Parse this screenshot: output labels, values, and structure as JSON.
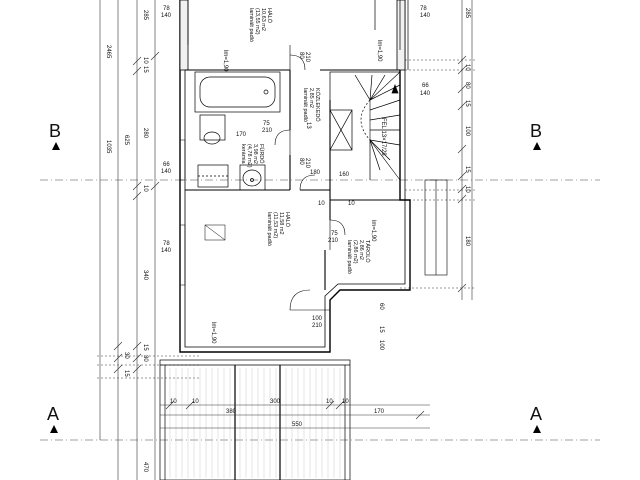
{
  "sections": {
    "b": "B",
    "a": "A"
  },
  "rooms": {
    "halo_upper": {
      "name": "HÁLÓ",
      "area": "10,63 m2",
      "area2": "(13,55 m2)",
      "floor": "laminált padló"
    },
    "kozlekedo": {
      "name": "KÖZLEKEDŐ",
      "area": "2,85 m2",
      "floor": "laminált padló"
    },
    "furdo": {
      "name": "FÜRDŐ",
      "area": "3,98 m2",
      "area2": "(4,78 m2)",
      "floor": "kerámia"
    },
    "halo_lower": {
      "name": "HÁLÓ",
      "area": "11,58 m2",
      "area2": "(11,53 m2)",
      "floor": "laminált padló"
    },
    "tarolo": {
      "name": "TÁROLÓ",
      "area": "2,86 m2",
      "area2": "(2,86 m2)",
      "floor": "laminált padló"
    }
  },
  "dims_left": [
    "285",
    "2465",
    "10",
    "15",
    "625",
    "1035",
    "280",
    "10",
    "340",
    "15",
    "30",
    "30",
    "15",
    "470"
  ],
  "dims_right": [
    "285",
    "10",
    "80",
    "15",
    "100",
    "15",
    "10",
    "180"
  ],
  "door_dims": [
    "80",
    "210",
    "75",
    "210",
    "80",
    "210",
    "75",
    "210",
    "100",
    "210",
    "66",
    "140",
    "78",
    "140",
    "66",
    "140",
    "78",
    "140"
  ],
  "window_dims": [
    "78",
    "140",
    "78",
    "140",
    "66",
    "140"
  ],
  "stair": {
    "up_label": "FEL 13×17/28",
    "rises": "13"
  },
  "heights": [
    "lm=1,90",
    "lm=1,90",
    "lm=1,90",
    "lm=1,90"
  ],
  "misc_dims": [
    "180",
    "10",
    "10",
    "170",
    "160",
    "15",
    "100",
    "60"
  ],
  "bottom_dims": [
    "380",
    "300",
    "170",
    "550",
    "10",
    "10",
    "10",
    "10"
  ]
}
